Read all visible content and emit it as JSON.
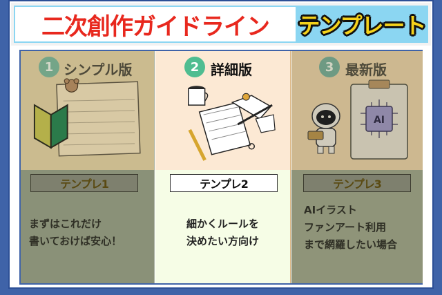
{
  "banner": {
    "title": "二次創作ガイドライン",
    "subtitle": "テンプレート"
  },
  "panels": [
    {
      "number": "1",
      "heading": "シンプル版",
      "label": "テンプレ1",
      "desc_lines": [
        "まずはこれだけ",
        "書いておけば安心！"
      ]
    },
    {
      "number": "2",
      "heading": "詳細版",
      "label": "テンプレ2",
      "desc_lines": [
        "細かくルールを",
        "決めたい方向け"
      ]
    },
    {
      "number": "3",
      "heading": "最新版",
      "label": "テンプレ3",
      "desc_lines": [
        "AIイラスト",
        "ファンアート利用",
        "まで網羅したい場合"
      ],
      "chip_text": "AI"
    }
  ]
}
